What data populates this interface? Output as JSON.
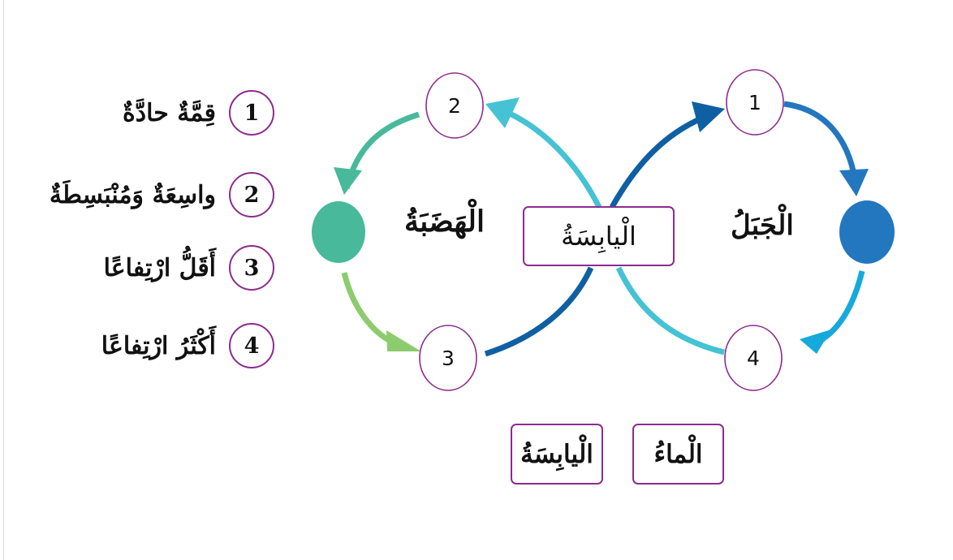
{
  "legend": [
    {
      "num": "1",
      "text": "قِمَّةٌ حادَّةٌ"
    },
    {
      "num": "2",
      "text": "واسِعَةٌ وَمُنْبَسِطَةٌ"
    },
    {
      "num": "3",
      "text": "أَقَلُّ ارْتِفاعًا"
    },
    {
      "num": "4",
      "text": "أَكْثَرُ ارْتِفاعًا"
    }
  ],
  "diagram": {
    "nodes": [
      "1",
      "2",
      "3",
      "4"
    ],
    "left_title": "الْهَضَبَةُ",
    "right_title": "الْجَبَلُ",
    "center_box": "الْيابِسَةُ"
  },
  "options": {
    "water": "الْماءُ",
    "land": "الْيابِسَةُ"
  },
  "colors": {
    "teal_green": "#48b99a",
    "blue": "#2377bf",
    "dark_blue": "#0f5fa3",
    "light_teal": "#45c2d4",
    "green": "#8ccc6e",
    "sky_blue": "#16a9dc",
    "purple_border": "#8b2c8e"
  }
}
